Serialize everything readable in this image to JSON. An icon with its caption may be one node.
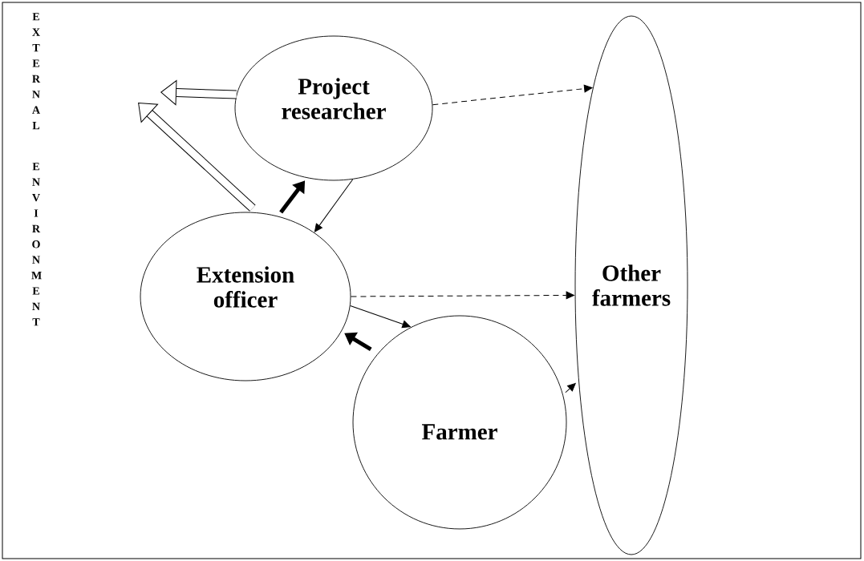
{
  "diagram": {
    "nodes": [
      {
        "text": [
          "Project researcher"
        ]
      },
      {
        "text": [
          "Extension officer"
        ]
      },
      {
        "text": [
          "Farmer"
        ]
      },
      {
        "text": [
          "Other farmers"
        ]
      }
    ],
    "edges": [
      {
        "from": 0,
        "to": 3,
        "arrow": "to",
        "style": "dashed"
      },
      {
        "from": 1,
        "to": 3,
        "arrow": "to",
        "style": "dashed"
      },
      {
        "from": 2,
        "to": 3,
        "arrow": "to",
        "style": "dashed"
      },
      {
        "from": 1,
        "to": 0,
        "arrow": "to",
        "style": "thick"
      },
      {
        "from": 0,
        "to": 1,
        "arrow": "to"
      },
      {
        "from": 1,
        "to": 2,
        "arrow": "to"
      },
      {
        "from": 2,
        "to": 1,
        "arrow": "to",
        "style": "thick"
      },
      {
        "from": 0,
        "to": null,
        "arrow": "to",
        "style": "thick"
      },
      {
        "from": 1,
        "to": null,
        "arrow": "to",
        "style": "thick"
      }
    ],
    "labels": [
      "EXTERNAL",
      "ENVIRONMENT"
    ]
  }
}
